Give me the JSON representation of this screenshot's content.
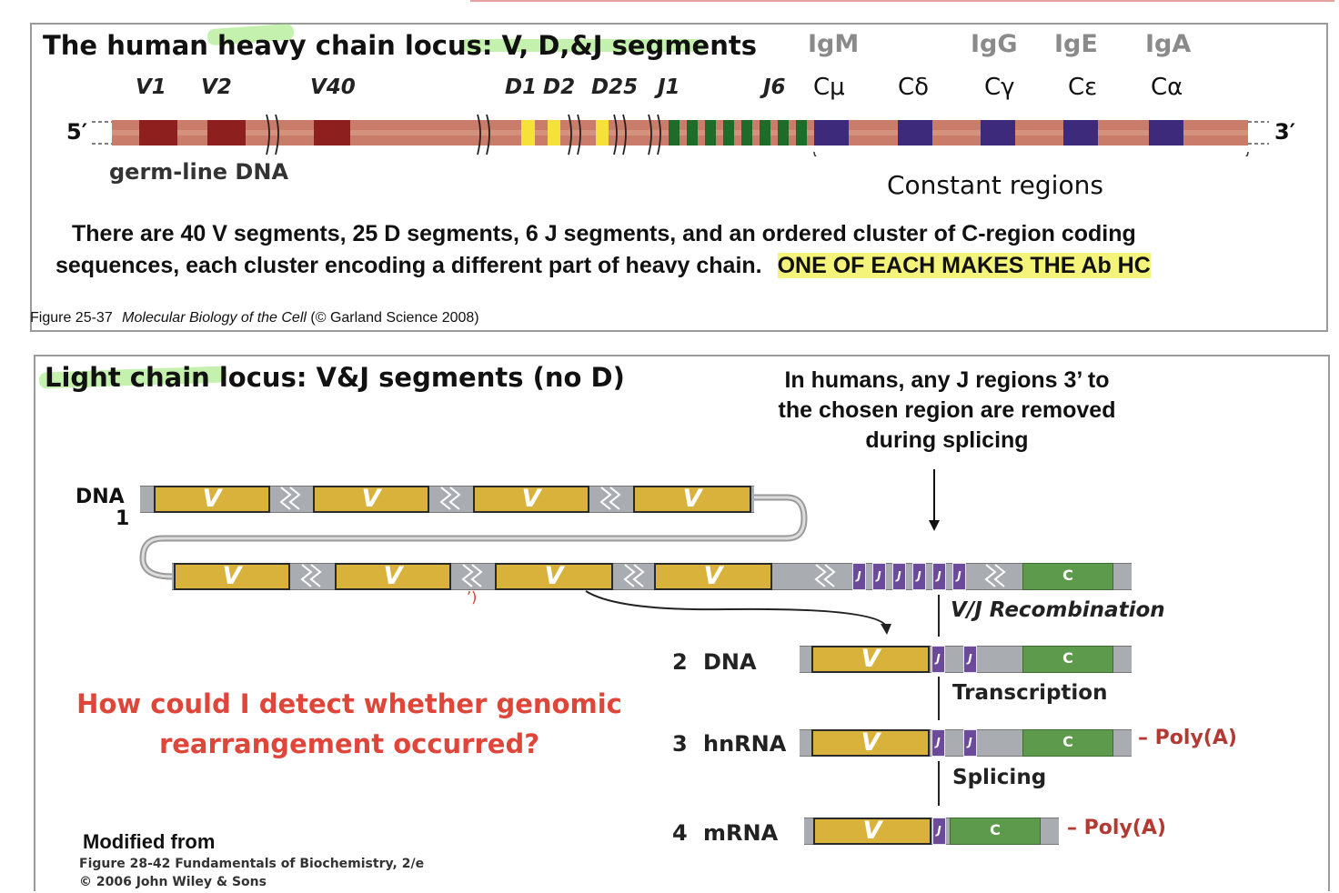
{
  "heavy": {
    "title": "The human heavy chain locus: V, D,&J segments",
    "v_labels": [
      "V1",
      "V2",
      "V40"
    ],
    "d_labels": [
      "D1",
      "D2",
      "D25"
    ],
    "j_labels": [
      "J1",
      "J6"
    ],
    "isotypes": [
      "IgM",
      "IgG",
      "IgE",
      "IgA"
    ],
    "c_labels": [
      "Cμ",
      "Cδ",
      "Cγ",
      "Cε",
      "Cα"
    ],
    "five_prime": "5′",
    "three_prime": "3′",
    "germline_label": "germ-line DNA",
    "constant_label": "Constant regions",
    "description_line1": "There are 40 V segments, 25 D segments, 6 J segments, and an ordered cluster of C-region coding",
    "description_line2": "sequences, each cluster encoding a different part of heavy chain.",
    "highlight_text": "ONE OF EACH MAKES THE Ab HC",
    "credit_prefix": "Figure 25-37",
    "credit_title": "Molecular Biology of the Cell",
    "credit_suffix": "(© Garland Science 2008)",
    "colors": {
      "chromosome": "#c97c6a",
      "v": "#8e1f1f",
      "d": "#f4e23a",
      "j": "#1f6b2a",
      "c": "#3d2a7a"
    }
  },
  "light": {
    "title": "Light chain locus: V&J segments (no D)",
    "note": [
      "In humans, any J regions 3’ to",
      "the chosen region are removed",
      "during splicing"
    ],
    "dna1_label": "DNA",
    "dna1_number": "1",
    "v_label": "V",
    "j_label": "J",
    "c_label": "C",
    "step_recombination": "V/J Recombination",
    "step_transcription": "Transcription",
    "step_splicing": "Splicing",
    "step2_num": "2",
    "step2_label": "DNA",
    "step3_num": "3",
    "step3_label": "hnRNA",
    "step4_num": "4",
    "step4_label": "mRNA",
    "polya": "– Poly(A)",
    "question": [
      "How could I detect whether genomic",
      "rearrangement occurred?"
    ],
    "modified_from": "Modified from",
    "credit_line1": "Figure 28-42 Fundamentals of Biochemistry, 2/e",
    "credit_line2": "© 2006 John Wiley & Sons",
    "colors": {
      "v": "#d8b23a",
      "j": "#6b4a9a",
      "c": "#5d9a4c",
      "dna": "#a9adb2",
      "question": "#e0453a"
    }
  }
}
